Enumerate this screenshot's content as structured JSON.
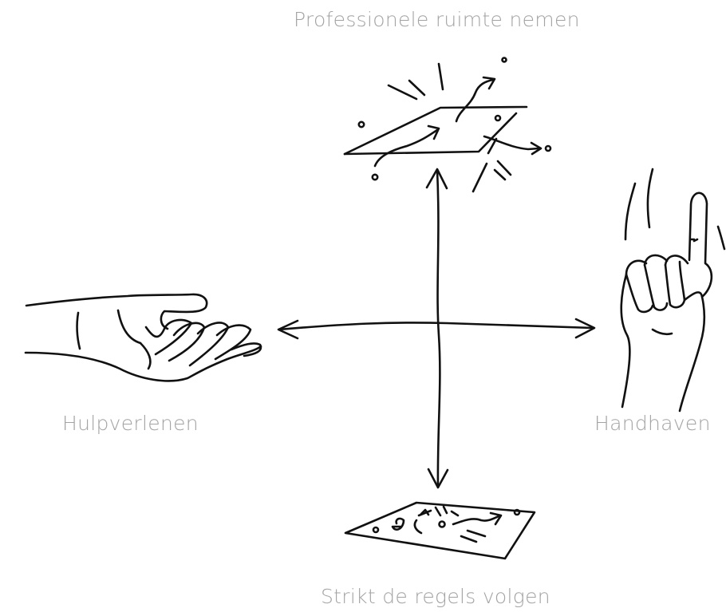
{
  "diagram": {
    "axes": {
      "top_label": "Professionele ruimte nemen",
      "bottom_label": "Strikt de regels volgen",
      "left_label": "Hulpverlenen",
      "right_label": "Handhaven"
    },
    "icons": {
      "top": "floating-plane-with-arrows-icon",
      "bottom": "flat-map-with-signs-icon",
      "left": "open-palm-hand-icon",
      "right": "raised-index-finger-hand-icon"
    },
    "colors": {
      "label": "#a3a3a3",
      "ink": "#111111",
      "background": "#ffffff"
    }
  }
}
